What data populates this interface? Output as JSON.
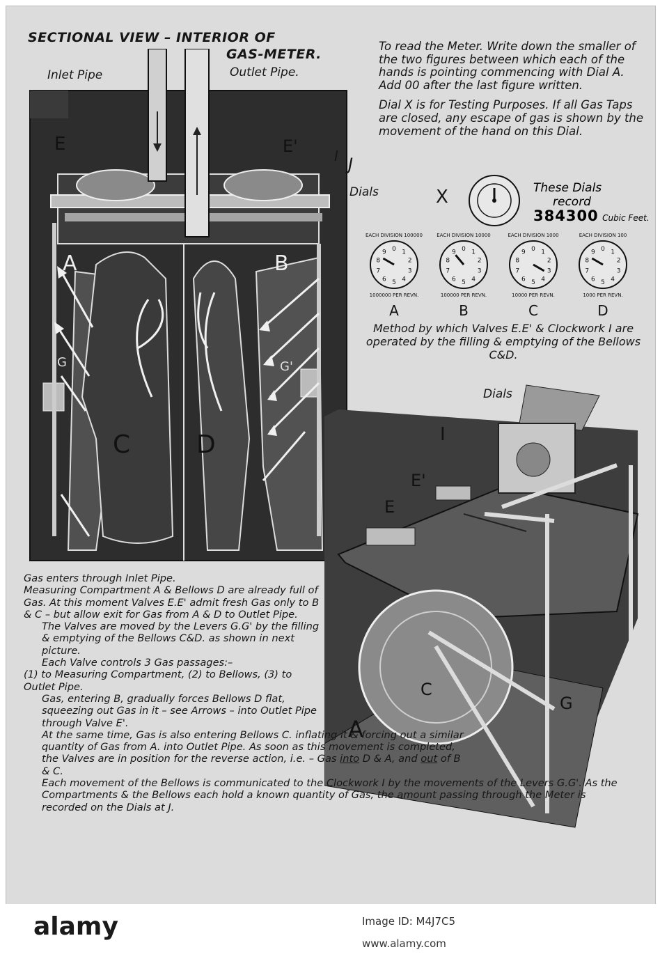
{
  "title": {
    "line1": "SECTIONAL VIEW – INTERIOR OF",
    "line2": "GAS-METER."
  },
  "labels": {
    "inlet_pipe": "Inlet Pipe",
    "outlet_pipe": "Outlet Pipe.",
    "dials": "Dials",
    "dials_top": "Dials",
    "dial_x": "X",
    "J": "J",
    "I_small": "I",
    "sect": {
      "E": "E",
      "E_prime": "E'",
      "A": "A",
      "B": "B",
      "C": "C",
      "D": "D",
      "G": "G",
      "G_prime": "G'"
    },
    "cut": {
      "I": "I",
      "E_prime": "E'",
      "E": "E",
      "C": "C",
      "G": "G",
      "A": "A"
    }
  },
  "instructions": {
    "p1": "To read the Meter. Write down the smaller of the two figures between which each of the hands is pointing commencing with Dial A. Add 00 after the last figure written.",
    "p2": "Dial X is for Testing Purposes. If all Gas Taps are closed, any escape of gas is shown by the movement of the hand on this Dial."
  },
  "record": {
    "line1": "These Dials",
    "line2": "record",
    "value": "384300",
    "unit": "Cubic Feet."
  },
  "dials": [
    {
      "letter": "A",
      "top": "EACH DIVISION 100000",
      "bottom": "1000000 PER REVN."
    },
    {
      "letter": "B",
      "top": "EACH DIVISION 10000",
      "bottom": "100000 PER REVN."
    },
    {
      "letter": "C",
      "top": "EACH DIVISION 1000",
      "bottom": "10000 PER REVN."
    },
    {
      "letter": "D",
      "top": "EACH DIVISION 100",
      "bottom": "1000 PER REVN."
    }
  ],
  "method_caption": "Method by which Valves E.E' & Clockwork I are operated by the filling & emptying of the Bellows C&D.",
  "body": {
    "p1": "Gas enters through Inlet Pipe.",
    "p2": "Measuring Compartment A & Bellows D are already full of Gas. At this moment Valves E.E' admit fresh Gas only to B & C – but allow exit for Gas from A & D to Outlet Pipe.",
    "p3": "The Valves are moved by the Levers G.G' by the filling & emptying of the Bellows C&D. as shown in next picture.",
    "p4": "Each Valve controls 3 Gas passages:–",
    "p5": "(1) to Measuring Compartment, (2) to Bellows, (3) to Outlet Pipe.",
    "p6": "Gas, entering B, gradually forces Bellows D flat, squeezing out Gas in it – see Arrows – into Outlet Pipe through Valve E'.",
    "p7a": "At the same time, Gas is also entering Bellows C. inflating it & forcing out a similar quantity of Gas from A. into Outlet Pipe. As soon as this movement is completed, the Valves are in position for the reverse action, i.e. – Gas ",
    "p7_into": "into",
    "p7b": " D & A, and ",
    "p7_out": "out",
    "p7c": " of B & C.",
    "p8": "Each movement of the Bellows is communicated to the Clockwork I by the movements of the Levers G.G'. As the Compartments & the Bellows each hold a known quantity of Gas, the amount passing through the Meter is recorded on the Dials at J."
  },
  "footer": {
    "brand": "alamy",
    "image_id": "Image ID: M4J7C5",
    "url": "www.alamy.com"
  }
}
